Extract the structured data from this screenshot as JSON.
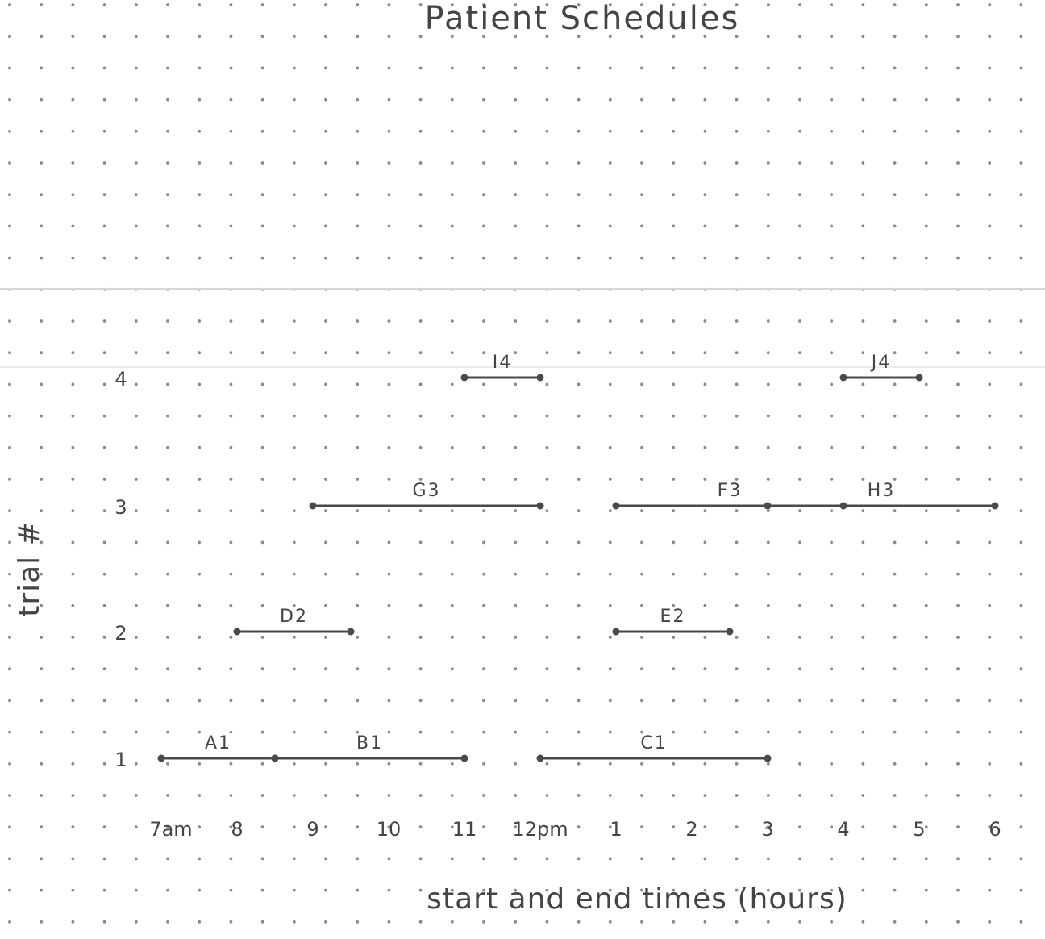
{
  "chart_data": {
    "type": "gantt",
    "title": "Patient Schedules",
    "xlabel": "start and end times (hours)",
    "ylabel": "trial #",
    "x_ticks": [
      "7am",
      "8",
      "9",
      "10",
      "11",
      "12pm",
      "1",
      "2",
      "3",
      "4",
      "5",
      "6"
    ],
    "y_ticks": [
      "1",
      "2",
      "3",
      "4"
    ],
    "xlim": [
      7,
      18
    ],
    "ylim": [
      1,
      4
    ],
    "grid": "dot grid",
    "series": [
      {
        "name": "A1",
        "trial": 1,
        "start": 7.0,
        "end": 8.5
      },
      {
        "name": "B1",
        "trial": 1,
        "start": 8.5,
        "end": 11.0
      },
      {
        "name": "C1",
        "trial": 1,
        "start": 12.0,
        "end": 15.0
      },
      {
        "name": "D2",
        "trial": 2,
        "start": 8.0,
        "end": 9.5
      },
      {
        "name": "E2",
        "trial": 2,
        "start": 13.0,
        "end": 14.5
      },
      {
        "name": "G3",
        "trial": 3,
        "start": 9.0,
        "end": 12.0
      },
      {
        "name": "F3",
        "trial": 3,
        "start": 13.0,
        "end": 16.0
      },
      {
        "name": "H3",
        "trial": 3,
        "start": 15.0,
        "end": 18.0
      },
      {
        "name": "I4",
        "trial": 4,
        "start": 11.0,
        "end": 12.0
      },
      {
        "name": "J4",
        "trial": 4,
        "start": 16.0,
        "end": 17.0
      }
    ]
  }
}
